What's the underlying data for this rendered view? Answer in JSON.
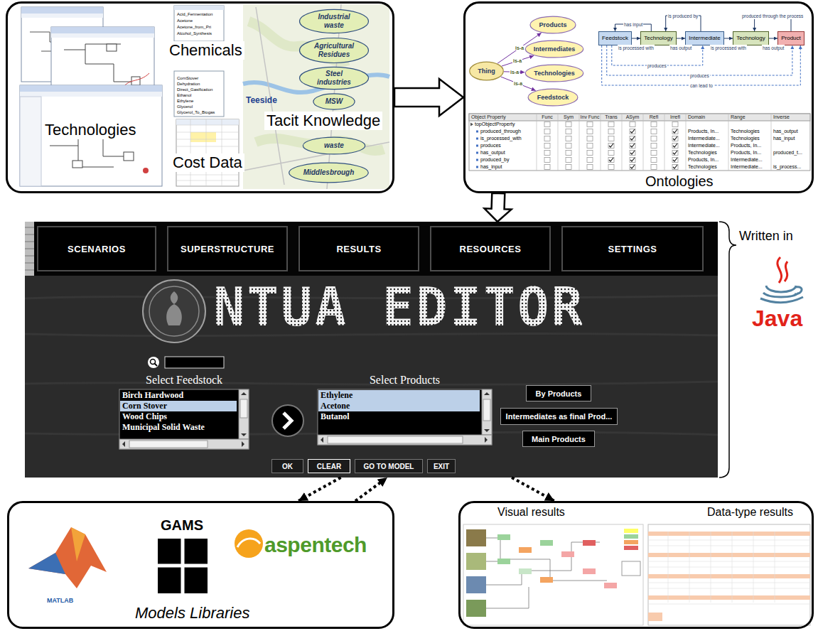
{
  "diagram": {
    "nodes": [
      {
        "text": [
          "Chemicals",
          "Tacit Knowledge",
          "Technologies",
          "Cost Data"
        ]
      },
      {
        "text": [
          "Industrial waste"
        ],
        "in": 0
      },
      {
        "text": [
          "Agricultural Residues"
        ],
        "in": 0
      },
      {
        "text": [
          "Steel industries"
        ],
        "in": 0
      },
      {
        "text": [
          "MSW"
        ],
        "in": 0
      },
      {
        "text": [
          "waste"
        ],
        "in": 0
      },
      {
        "text": [
          "Middlesbrough"
        ],
        "in": 0
      },
      {
        "text": [
          "Ontologies"
        ]
      },
      {
        "text": [
          "Thing"
        ],
        "in": 7
      },
      {
        "text": [
          "Products"
        ],
        "in": 7
      },
      {
        "text": [
          "Intermediates"
        ],
        "in": 7
      },
      {
        "text": [
          "Technologies"
        ],
        "in": 7
      },
      {
        "text": [
          "Feedstock"
        ],
        "in": 7
      },
      {
        "text": [
          "Feedstock"
        ],
        "in": 7
      },
      {
        "text": [
          "Technology"
        ],
        "in": 7
      },
      {
        "text": [
          "Intermediate"
        ],
        "in": 7
      },
      {
        "text": [
          "Technology"
        ],
        "in": 7
      },
      {
        "text": [
          "Product"
        ],
        "in": 7
      },
      {
        "text": [
          "NTUA EDITOR"
        ]
      },
      {
        "text": [
          "SCENARIOS"
        ],
        "in": 18
      },
      {
        "text": [
          "SUPERSTRUCTURE"
        ],
        "in": 18
      },
      {
        "text": [
          "RESULTS"
        ],
        "in": 18
      },
      {
        "text": [
          "RESOURCES"
        ],
        "in": 18
      },
      {
        "text": [
          "SETTINGS"
        ],
        "in": 18
      },
      {
        "text": [
          "Select Feedstock",
          "Birch Hardwood",
          "Corn Stover",
          "Wood Chips",
          "Municipal Solid Waste"
        ],
        "in": 18
      },
      {
        "text": [
          "Select Products",
          "Ethylene",
          "Acetone",
          "Butanol"
        ],
        "in": 18
      },
      {
        "text": [
          "By Products"
        ],
        "in": 18
      },
      {
        "text": [
          "Intermediates as final Prod..."
        ],
        "in": 18
      },
      {
        "text": [
          "Main Products"
        ],
        "in": 18
      },
      {
        "text": [
          "OK"
        ],
        "in": 18
      },
      {
        "text": [
          "CLEAR"
        ],
        "in": 18
      },
      {
        "text": [
          "GO TO MODEL"
        ],
        "in": 18
      },
      {
        "text": [
          "EXIT"
        ],
        "in": 18
      },
      {
        "text": [
          "MATLAB",
          "GAMS",
          "aspentech",
          "Models Libraries"
        ]
      },
      {
        "text": [
          "Visual results",
          "Data-type results"
        ]
      }
    ],
    "edges": [
      {
        "from": 0,
        "to": 7,
        "arrow": "to"
      },
      {
        "from": 7,
        "to": 18,
        "arrow": "to"
      },
      {
        "from": 18,
        "to": 33,
        "arrow": "to"
      },
      {
        "from": 33,
        "to": 18,
        "arrow": "to"
      },
      {
        "from": 18,
        "to": 34,
        "arrow": "to"
      },
      {
        "from": 8,
        "to": 9,
        "label": "is-a",
        "arrow": "to"
      },
      {
        "from": 8,
        "to": 10,
        "label": "is-a",
        "arrow": "to"
      },
      {
        "from": 8,
        "to": 11,
        "label": "is-a",
        "arrow": "to"
      },
      {
        "from": 8,
        "to": 12,
        "label": "is-a",
        "arrow": "to"
      },
      {
        "from": 13,
        "to": 14,
        "label": "is processed with",
        "arrow": "to"
      },
      {
        "from": 14,
        "to": 15,
        "label": "has output",
        "arrow": "to"
      },
      {
        "from": 15,
        "to": 16,
        "label": "is processed with",
        "arrow": "to"
      },
      {
        "from": 16,
        "to": 17,
        "label": "has output",
        "arrow": "to"
      },
      {
        "from": 15,
        "to": 14,
        "label": "is produced by",
        "arrow": "to"
      },
      {
        "from": 14,
        "to": 13,
        "label": "has input",
        "arrow": "to"
      },
      {
        "from": 17,
        "to": 16,
        "label": "produced through the process",
        "arrow": "to"
      },
      {
        "from": 13,
        "to": 15,
        "label": "produces",
        "arrow": "to"
      },
      {
        "from": 13,
        "to": 17,
        "label": "produces",
        "arrow": "to"
      },
      {
        "from": 13,
        "to": 17,
        "label": "can lead to",
        "arrow": "to"
      }
    ],
    "labels": [
      "Teeside",
      "Acid_Fermentation",
      "Acetone",
      "Acetone_from_Pri",
      "Alcohol_Synthesis",
      "CornStover",
      "Dehydration",
      "Direct_Gasification",
      "Ethanol",
      "Ethylene",
      "Glycerol",
      "Glycerol_To_Biogas",
      "Object Property",
      "Func",
      "Sym",
      "Inv Func",
      "Trans",
      "ASym",
      "Refl",
      "Irrefl",
      "Domain",
      "Range",
      "Inverse",
      "topObjectProperty",
      "produced_through",
      "Products, In...",
      "Technologies",
      "has_output",
      "is_processed_with",
      "Intermediate...",
      "Technologies",
      "has_input",
      "produces",
      "Intermediate...",
      "Products, In...",
      "has_output",
      "Technologies",
      "Products, In...",
      "produced_t...",
      "produced_by",
      "Products, In...",
      "Intermediate...",
      "has_input",
      "Technologies",
      "Intermediate...",
      "is_process...",
      "Written in",
      "Java"
    ]
  }
}
